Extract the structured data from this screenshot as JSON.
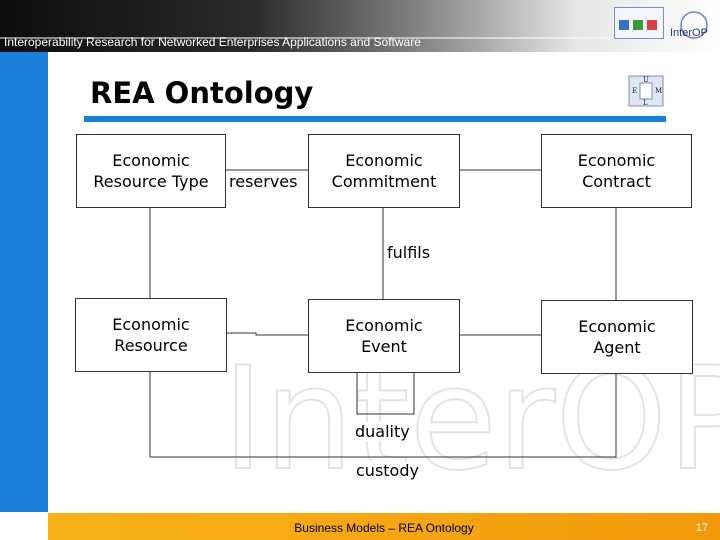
{
  "header": {
    "tagline": "Interoperability Research for Networked Enterprises Applications and Software",
    "logo_text": "InterOP"
  },
  "slide": {
    "title": "REA Ontology",
    "footer": "Business Models – REA Ontology",
    "page_number": "17"
  },
  "watermark": "InterOP",
  "uml_icon": {
    "top": "U",
    "left": "E",
    "right": "M",
    "bottom": "L"
  },
  "diagram": {
    "nodes": {
      "resource_type": "Economic\nResource Type",
      "commitment": "Economic\nCommitment",
      "contract": "Economic\nContract",
      "resource": "Economic\nResource",
      "event": "Economic\nEvent",
      "agent": "Economic\nAgent"
    },
    "edges": {
      "reserves": "reserves",
      "fulfils": "fulfils",
      "duality": "duality",
      "custody": "custody"
    }
  },
  "colors": {
    "accent_blue": "#1b7fd8",
    "footer_orange": "#f5a614",
    "header_dark": "#0d0d0d"
  }
}
